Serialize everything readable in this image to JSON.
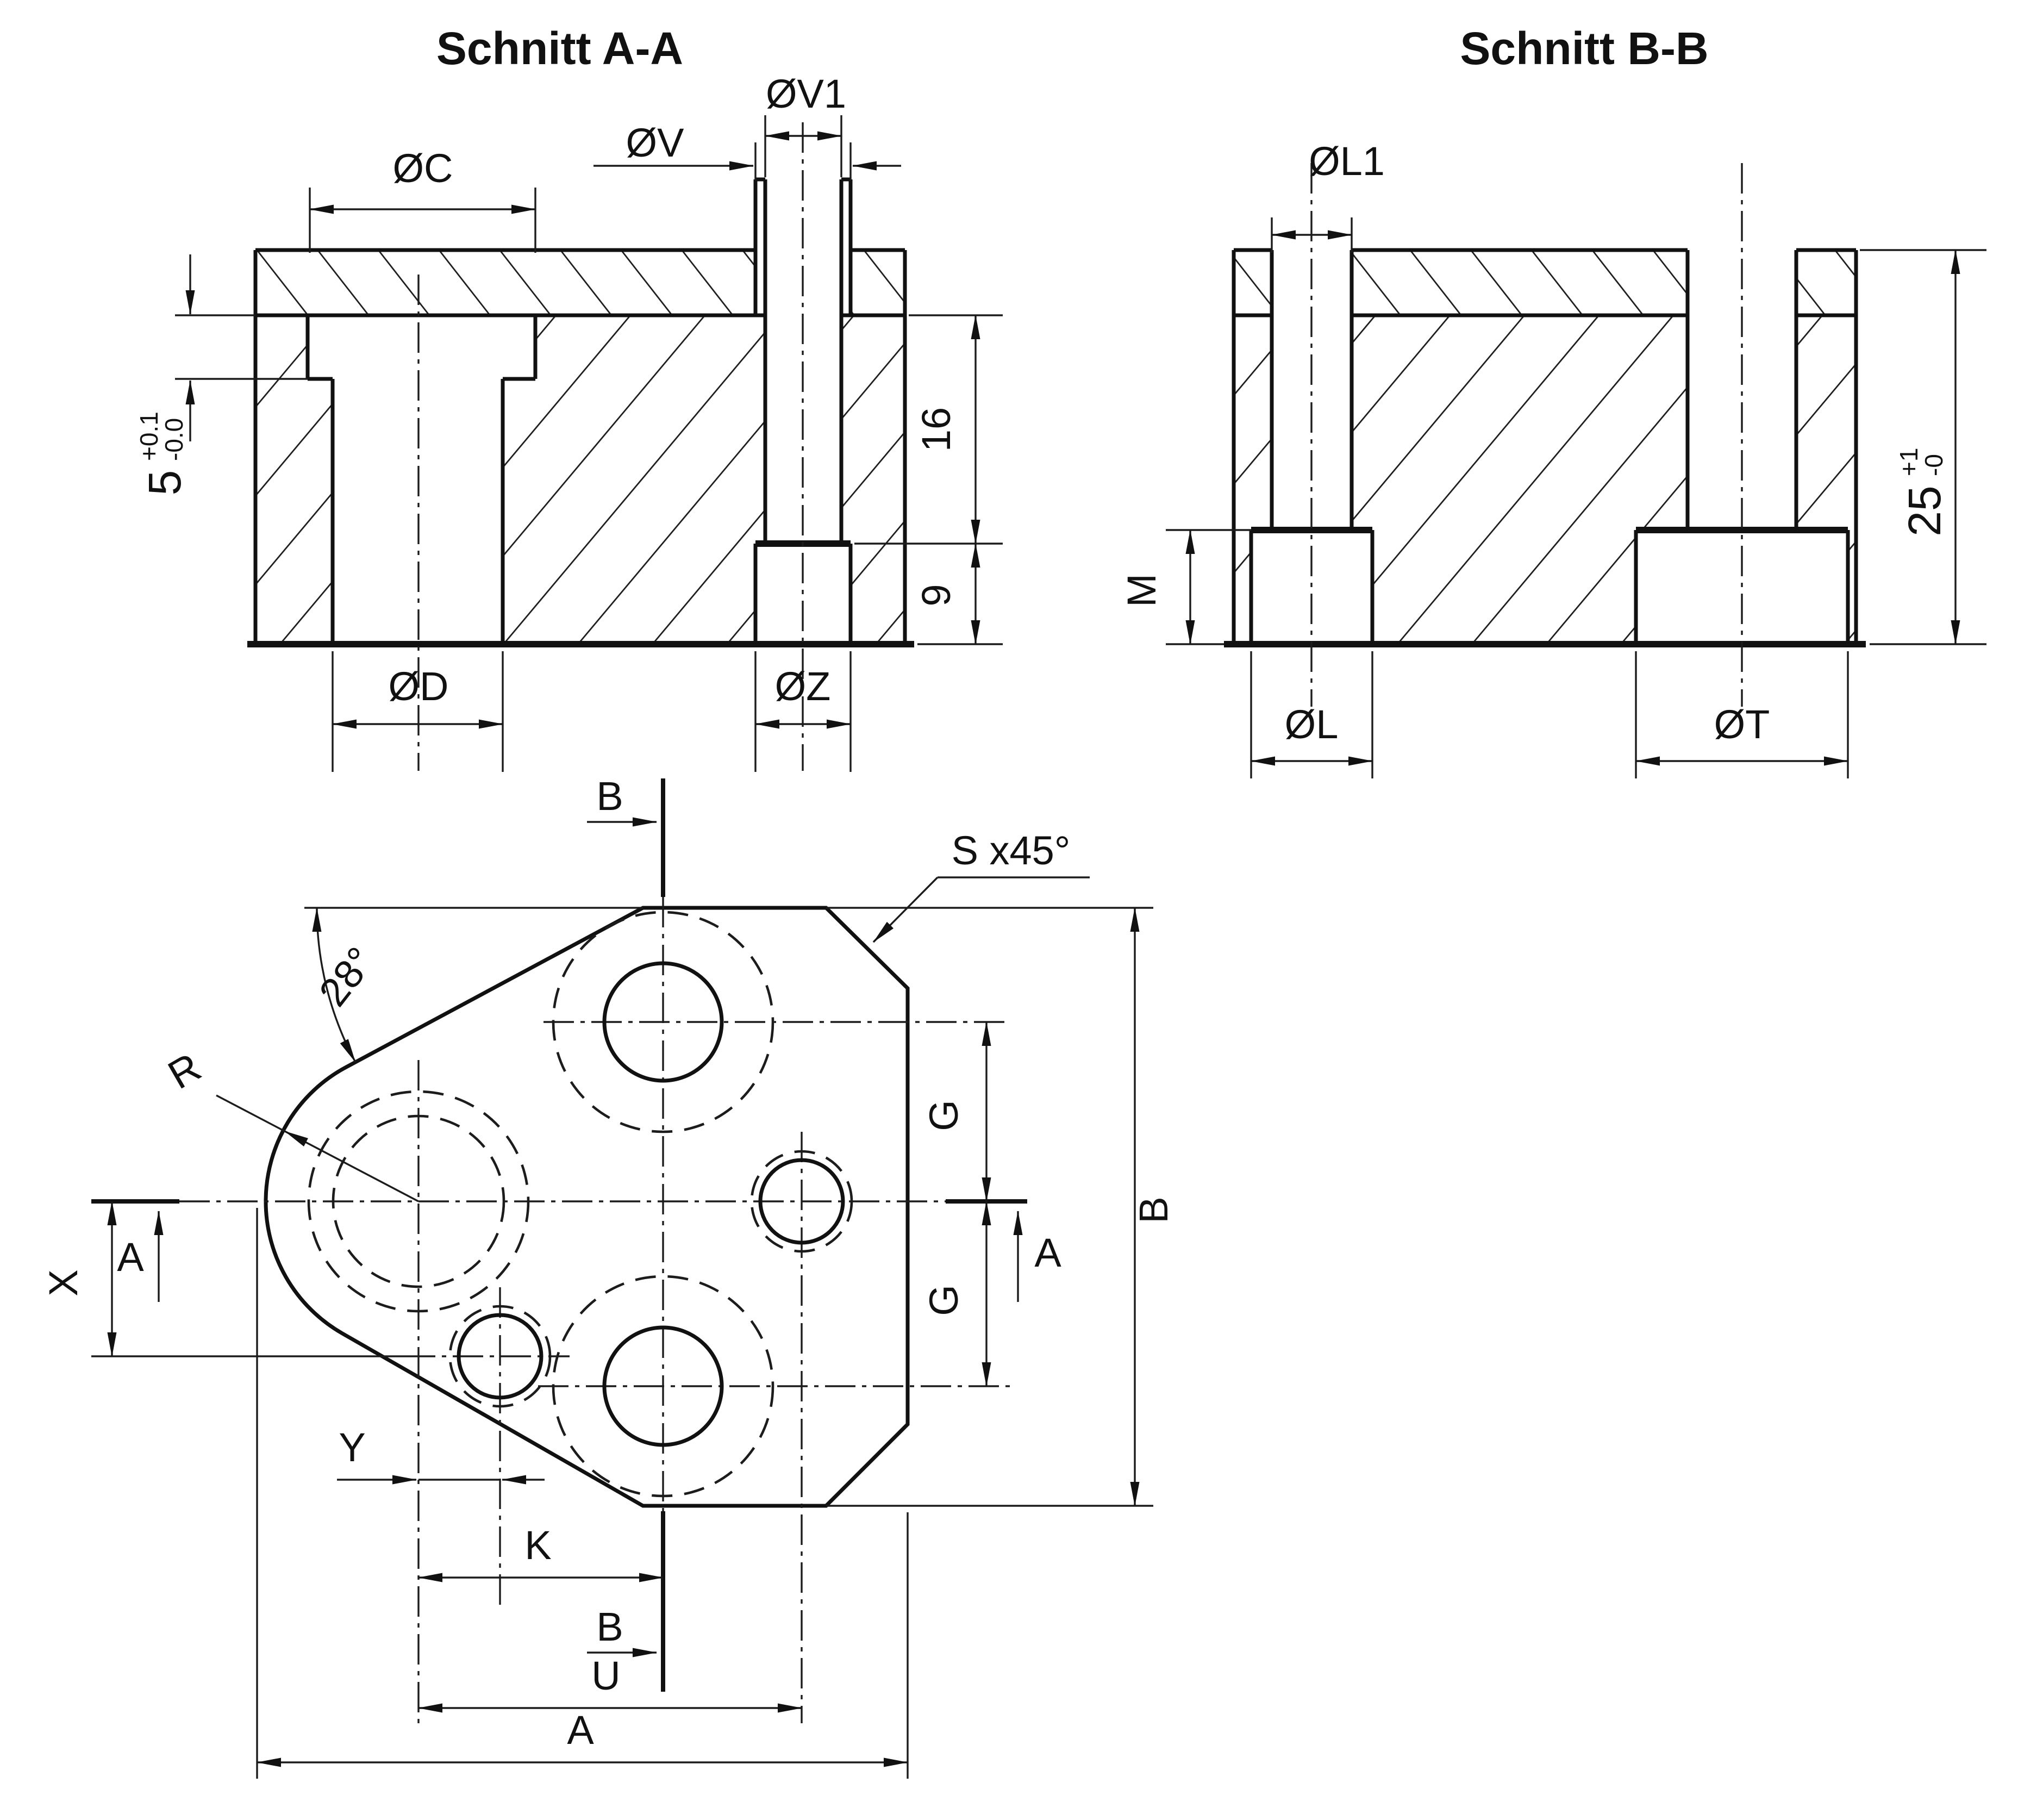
{
  "titles": {
    "section_aa": "Schnitt A-A",
    "section_bb": "Schnitt B-B"
  },
  "section_aa": {
    "dia_c": "ØC",
    "dia_v": "ØV",
    "dia_v1": "ØV1",
    "dia_d": "ØD",
    "dia_z": "ØZ",
    "depth_16": "16",
    "depth_9": "9",
    "recess_nominal": "5",
    "recess_plus": "+0.1",
    "recess_minus": "-0.0"
  },
  "section_bb": {
    "dia_l1": "ØL1",
    "dia_l": "ØL",
    "dia_t": "ØT",
    "counterbore_depth": "M",
    "height_nominal": "25",
    "height_plus": "+1",
    "height_minus": "-0"
  },
  "plan": {
    "section_b_top": "B",
    "section_b_bottom": "B",
    "section_a_left": "A",
    "section_a_right": "A",
    "chamfer": "S x45°",
    "angle": "28°",
    "radius": "R",
    "dim_x": "X",
    "dim_y": "Y",
    "dim_k": "K",
    "dim_u": "U",
    "dim_a": "A",
    "dim_g_upper": "G",
    "dim_g_lower": "G",
    "dim_b": "B"
  }
}
